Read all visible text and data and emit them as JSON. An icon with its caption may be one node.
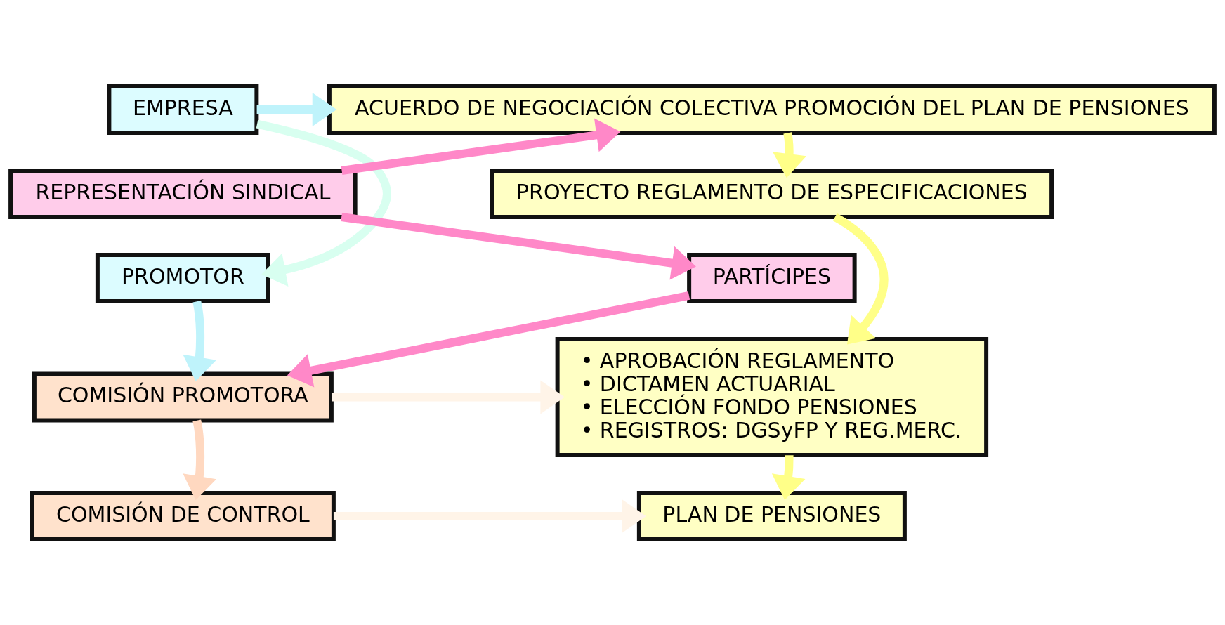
{
  "diagram": {
    "nodes": [
      {
        "text": [
          "EMPRESA"
        ]
      },
      {
        "text": [
          "ACUERDO DE NEGOCIACIÓN COLECTIVA PROMOCIÓN DEL PLAN DE PENSIONES"
        ]
      },
      {
        "text": [
          "REPRESENTACIÓN SINDICAL"
        ]
      },
      {
        "text": [
          "PROYECTO REGLAMENTO DE ESPECIFICACIONES"
        ]
      },
      {
        "text": [
          "PROMOTOR"
        ]
      },
      {
        "text": [
          "PARTÍCIPES"
        ]
      },
      {
        "text": [
          "COMISIÓN PROMOTORA"
        ]
      },
      {
        "text": [
          "• APROBACIÓN REGLAMENTO",
          "• DICTAMEN ACTUARIAL",
          "• ELECCIÓN FONDO PENSIONES",
          "• REGISTROS: DGSyFP Y REG.MERC."
        ]
      },
      {
        "text": [
          "COMISIÓN DE CONTROL"
        ]
      },
      {
        "text": [
          "PLAN DE PENSIONES"
        ]
      }
    ],
    "edges": [
      {
        "from": 0,
        "to": 1,
        "arrow": "to",
        "color": "#bff3fb"
      },
      {
        "from": 0,
        "to": 4,
        "arrow": "to",
        "color": "#d8fff0"
      },
      {
        "from": 2,
        "to": 1,
        "arrow": "to",
        "color": "#ff88c8"
      },
      {
        "from": 2,
        "to": 5,
        "arrow": "to",
        "color": "#ff88c8"
      },
      {
        "from": 1,
        "to": 3,
        "arrow": "to",
        "color": "#ffff88"
      },
      {
        "from": 3,
        "to": 7,
        "arrow": "to",
        "color": "#ffff88"
      },
      {
        "from": 4,
        "to": 6,
        "arrow": "to",
        "color": "#bff3fb"
      },
      {
        "from": 5,
        "to": 6,
        "arrow": "to",
        "color": "#ff88c8"
      },
      {
        "from": 6,
        "to": 7,
        "arrow": "to",
        "color": "#fff4e8"
      },
      {
        "from": 6,
        "to": 8,
        "arrow": "to",
        "color": "#ffd8c0"
      },
      {
        "from": 7,
        "to": 9,
        "arrow": "to",
        "color": "#ffff88"
      },
      {
        "from": 8,
        "to": 9,
        "arrow": "to",
        "color": "#fff4e8"
      }
    ]
  }
}
